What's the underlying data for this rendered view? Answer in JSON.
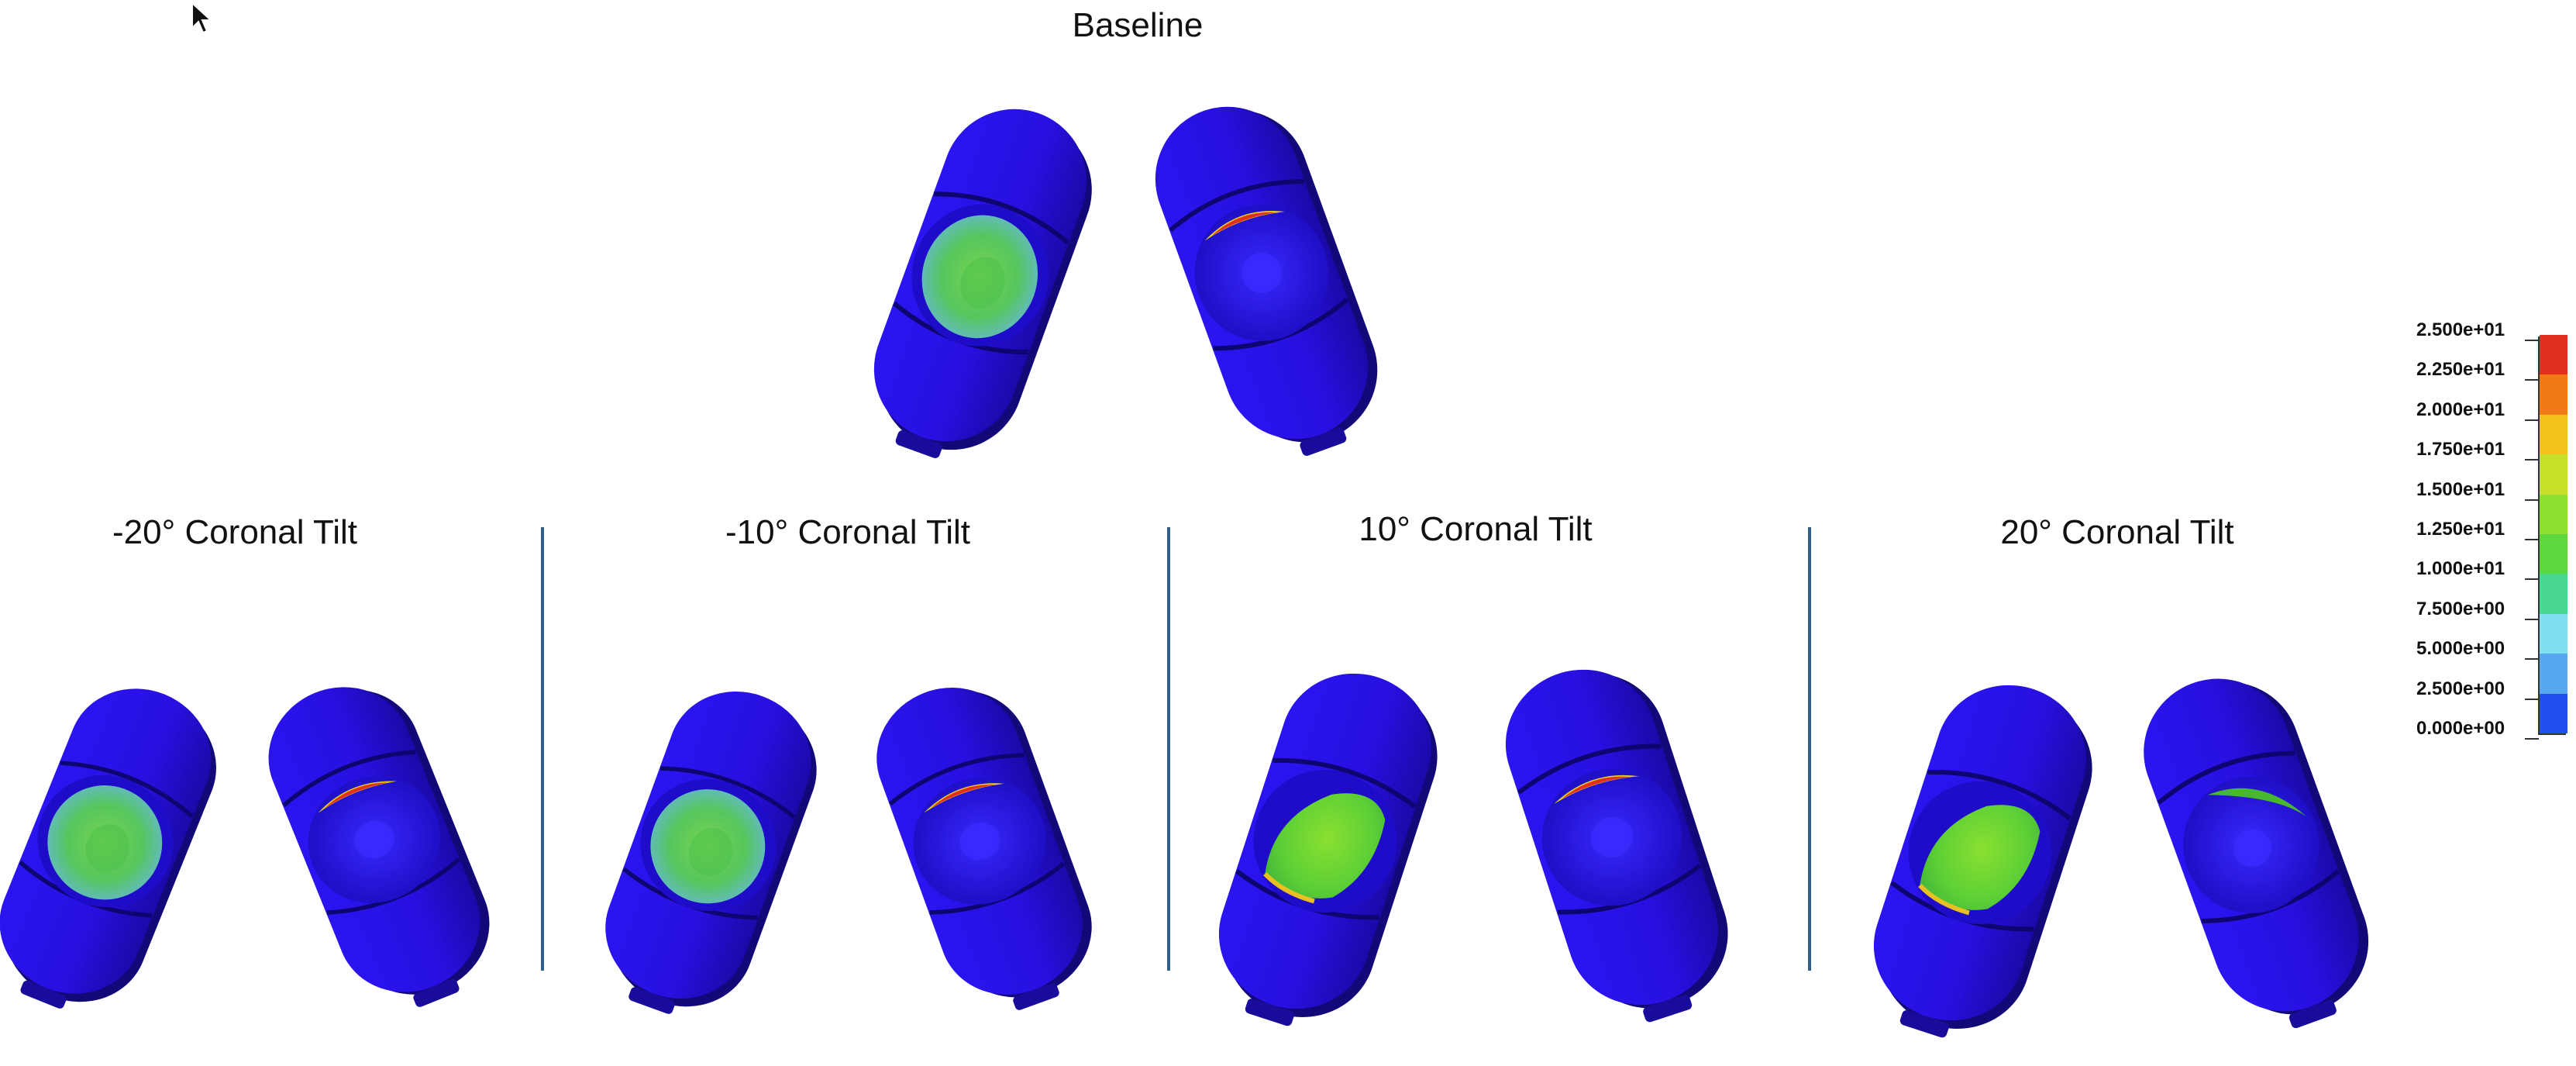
{
  "cursor_icon": "arrow-pointer-icon",
  "titles": {
    "baseline": "Baseline",
    "minus20": "-20° Coronal Tilt",
    "minus10": "-10° Coronal Tilt",
    "plus10": "10° Coronal Tilt",
    "plus20": "20° Coronal Tilt"
  },
  "legend": {
    "labels": [
      "2.500e+01",
      "2.250e+01",
      "2.000e+01",
      "1.750e+01",
      "1.500e+01",
      "1.250e+01",
      "1.000e+01",
      "7.500e+00",
      "5.000e+00",
      "2.500e+00",
      "0.000e+00"
    ],
    "colors": [
      "#e03020",
      "#f07a18",
      "#f5c21a",
      "#c6e02a",
      "#8ce030",
      "#5bd83e",
      "#48d890",
      "#7fe0f0",
      "#56a8f0",
      "#2050f0"
    ]
  },
  "colors": {
    "implant_body": "#2a12e8",
    "implant_dark": "#140a8a",
    "divider": "#2f5f8a"
  }
}
